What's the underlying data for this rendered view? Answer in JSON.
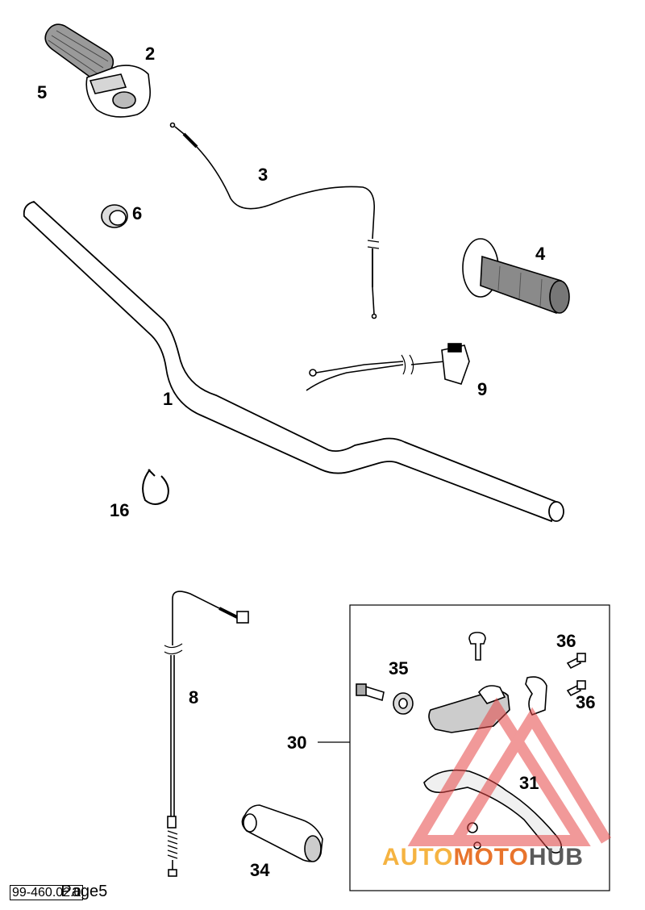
{
  "labels": {
    "l1": "1",
    "l2": "2",
    "l3": "3",
    "l4": "4",
    "l5": "5",
    "l6": "6",
    "l8": "8",
    "l9": "9",
    "l16": "16",
    "l30": "30",
    "l31": "31",
    "l34": "34",
    "l35": "35",
    "l36a": "36",
    "l36b": "36"
  },
  "footer": {
    "code": "99-460.02.0",
    "page": "Page5"
  },
  "watermark": {
    "auto": "AUTO",
    "moto": "MOTO",
    "hub": "HUB",
    "colors": {
      "auto": "#f5b341",
      "moto": "#e8742c",
      "hub": "#5a5a5a",
      "triangle": "#e64646"
    }
  }
}
